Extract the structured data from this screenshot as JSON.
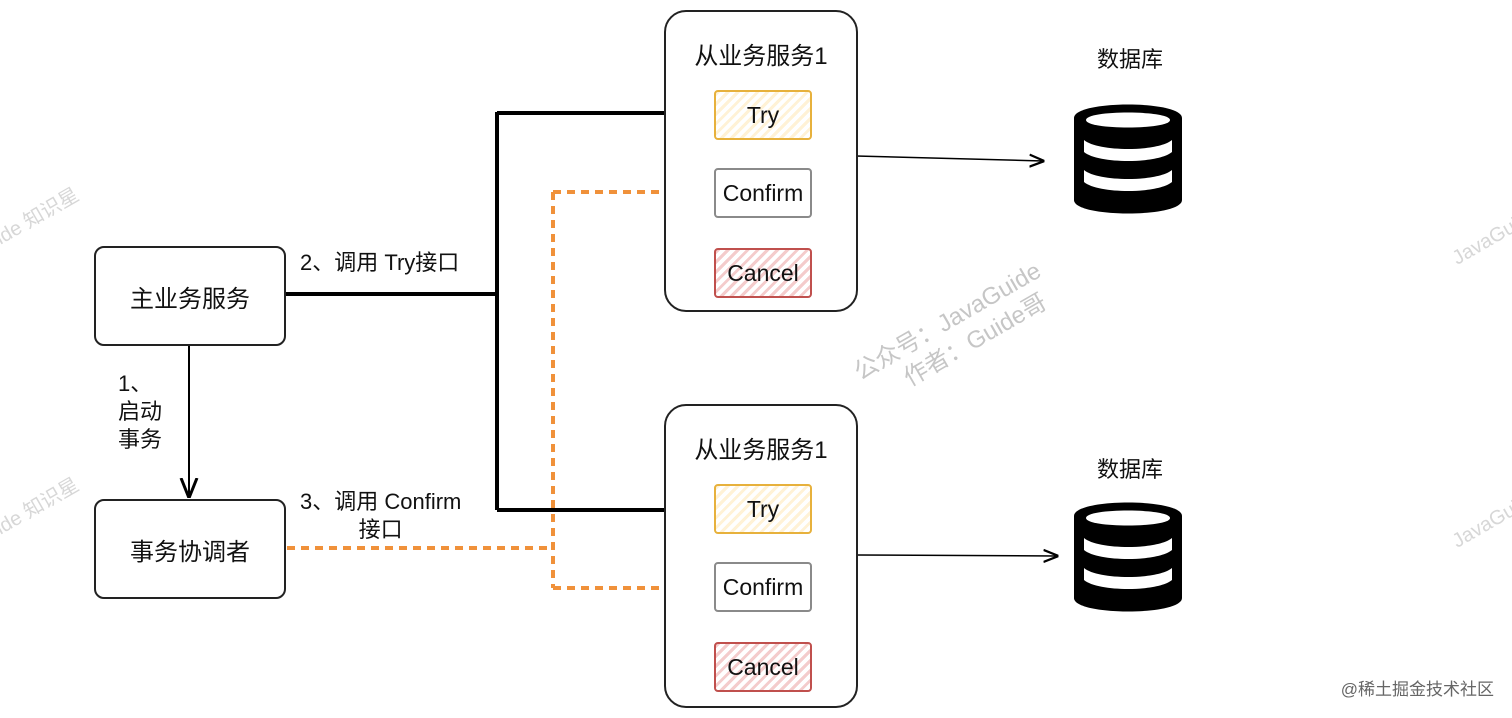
{
  "main_service": "主业务服务",
  "coordinator": "事务协调者",
  "step1": {
    "num": "1、",
    "line1": "启动",
    "line2": "事务"
  },
  "step2": "2、调用 Try接口",
  "step3": {
    "line1": "3、调用 Confirm",
    "line2": "接口"
  },
  "services": [
    {
      "title": "从业务服务1",
      "try": "Try",
      "confirm": "Confirm",
      "cancel": "Cancel"
    },
    {
      "title": "从业务服务1",
      "try": "Try",
      "confirm": "Confirm",
      "cancel": "Cancel"
    }
  ],
  "databases": [
    {
      "label": "数据库"
    },
    {
      "label": "数据库"
    }
  ],
  "watermark": {
    "line1": "公众号：JavaGuide",
    "line2": "作者：Guide哥",
    "side": "JavaGuide",
    "left_fragment": "ide 知识星"
  },
  "footer": "@稀土掘金技术社区",
  "colors": {
    "line": "#000000",
    "dashed": "#f0913a",
    "try_border": "#e7b13c",
    "cancel_border": "#c0504d"
  }
}
